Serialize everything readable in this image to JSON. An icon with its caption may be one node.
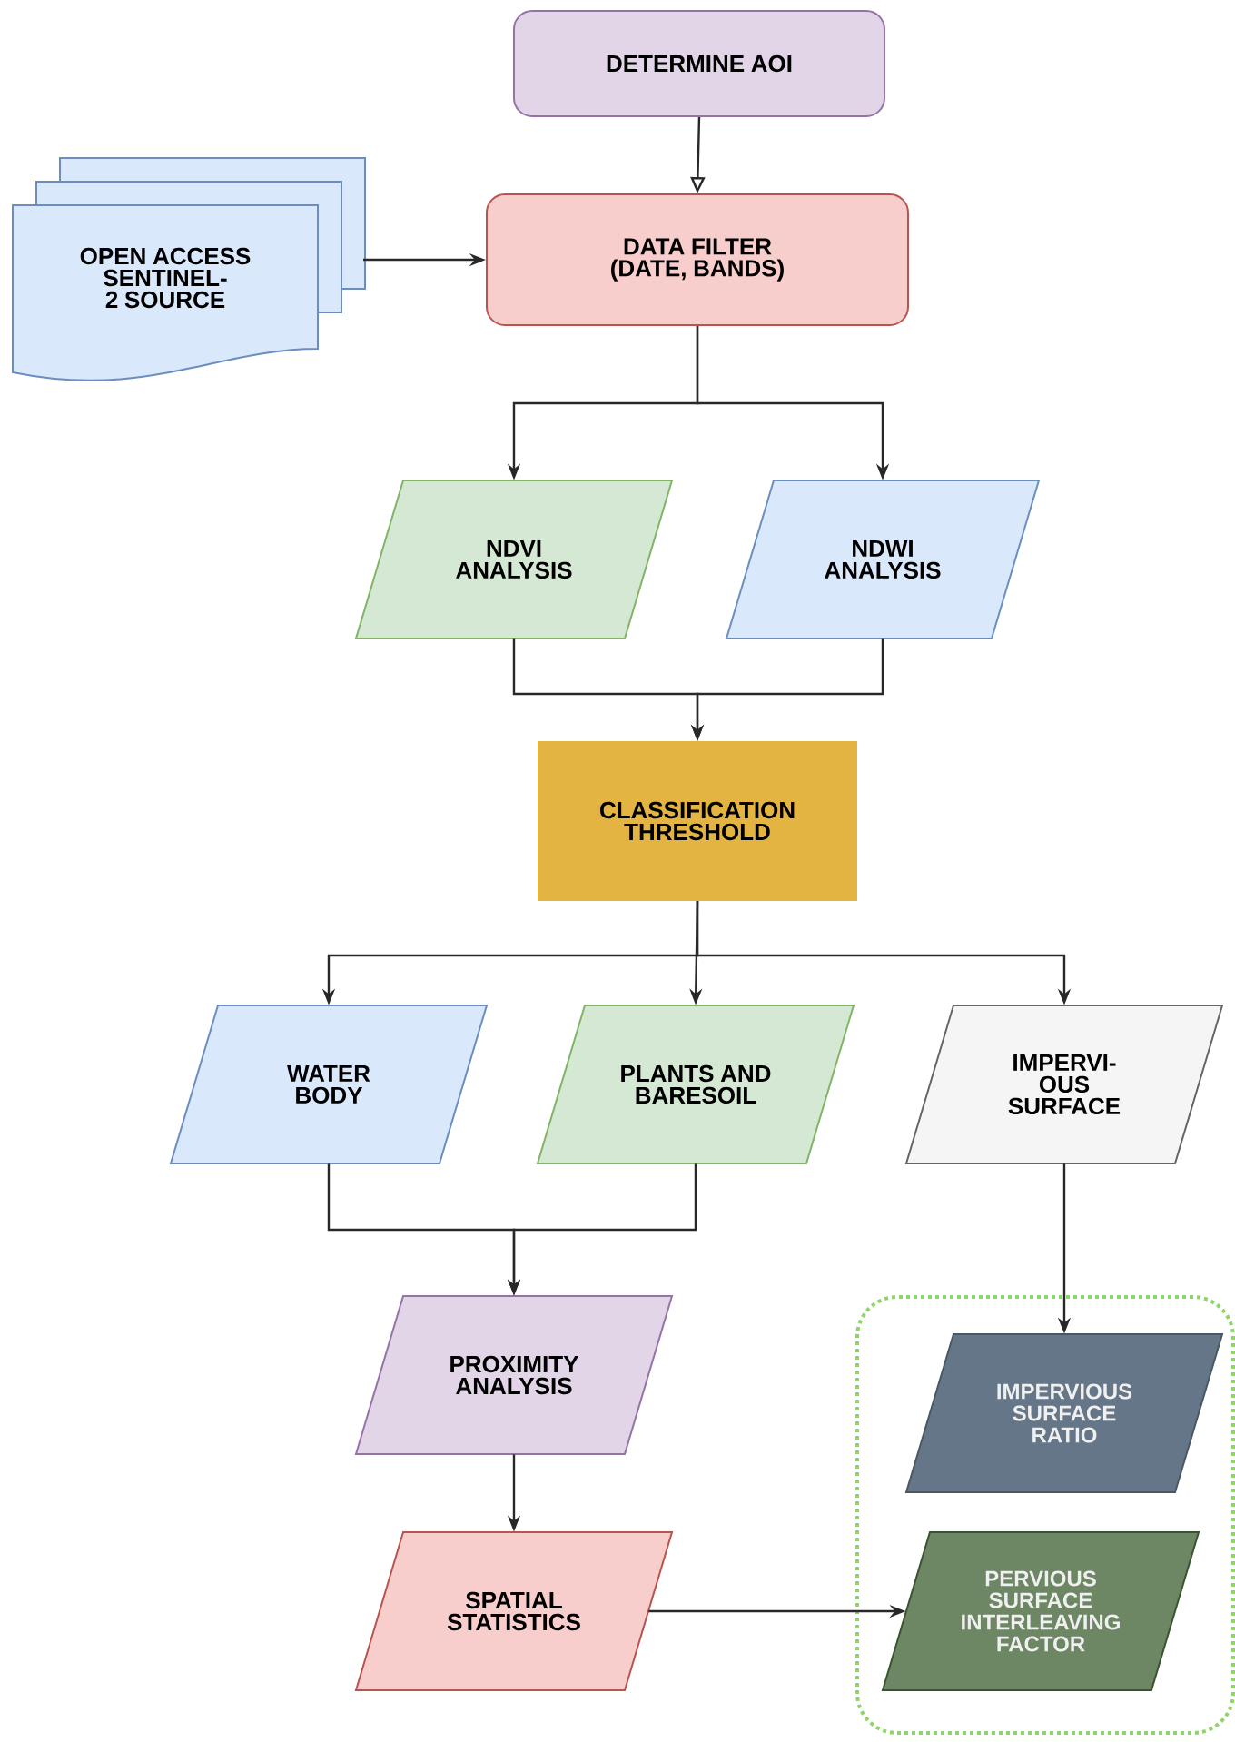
{
  "diagram": {
    "nodes": [
      {
        "text": [
          "DETERMINE AOI"
        ]
      },
      {
        "text": [
          "OPEN ACCESS SENTINEL-2 SOURCE"
        ]
      },
      {
        "text": [
          "DATA FILTER (DATE, BANDS)"
        ]
      },
      {
        "text": [
          "NDVI ANALYSIS"
        ]
      },
      {
        "text": [
          "NDWI ANALYSIS"
        ]
      },
      {
        "text": [
          "CLASSIFICATION THRESHOLD"
        ]
      },
      {
        "text": [
          "WATER BODY"
        ]
      },
      {
        "text": [
          "PLANTS AND BARESOIL"
        ]
      },
      {
        "text": [
          "IMPERVI- OUS SURFACE"
        ]
      },
      {
        "text": [],
        "shape": "box"
      },
      {
        "text": [
          "PROXIMITY ANALYSIS"
        ]
      },
      {
        "text": [
          "IMPERVIOUS SURFACE RATIO"
        ],
        "in": 9
      },
      {
        "text": [
          "PERVIOUS SURFACE INTERLEAVING FACTOR"
        ],
        "in": 9
      },
      {
        "text": [
          "SPATIAL STATISTICS"
        ]
      }
    ],
    "edges": [
      {
        "from": 0,
        "to": 2,
        "arrow": "to"
      },
      {
        "from": 1,
        "to": 2,
        "arrow": "to"
      },
      {
        "from": 2,
        "to": 3,
        "arrow": "to"
      },
      {
        "from": 2,
        "to": 4,
        "arrow": "to"
      },
      {
        "from": 3,
        "to": 5,
        "arrow": "to"
      },
      {
        "from": 4,
        "to": 5,
        "arrow": "to"
      },
      {
        "from": 5,
        "to": 6,
        "arrow": "to"
      },
      {
        "from": 5,
        "to": 7,
        "arrow": "to"
      },
      {
        "from": 5,
        "to": 8,
        "arrow": "to"
      },
      {
        "from": 6,
        "to": 10,
        "arrow": "to"
      },
      {
        "from": 7,
        "to": 10,
        "arrow": "to"
      },
      {
        "from": 8,
        "to": 11,
        "arrow": "to"
      },
      {
        "from": 10,
        "to": 13,
        "arrow": "to"
      },
      {
        "from": 13,
        "to": 12,
        "arrow": "to"
      }
    ]
  }
}
